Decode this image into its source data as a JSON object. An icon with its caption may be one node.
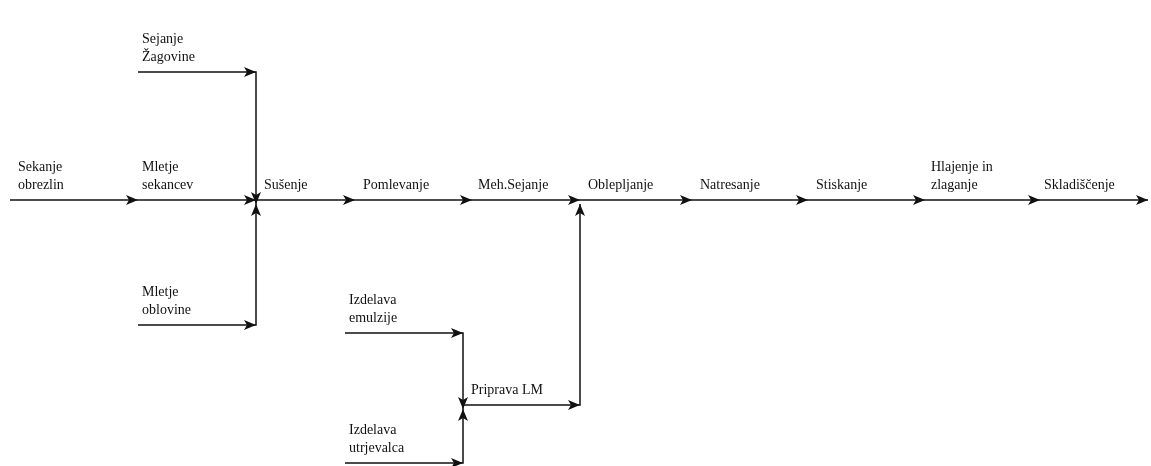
{
  "diagram": {
    "nodes": [
      {
        "text": [
          "Sejanje Žagovine"
        ]
      },
      {
        "text": [
          "Sekanje obrezlin"
        ]
      },
      {
        "text": [
          "Mletje sekancev"
        ]
      },
      {
        "text": [
          "Sušenje"
        ]
      },
      {
        "text": [
          "Pomlevanje"
        ]
      },
      {
        "text": [
          "Meh.Sejanje"
        ]
      },
      {
        "text": [
          "Oblepljanje"
        ]
      },
      {
        "text": [
          "Natresanje"
        ]
      },
      {
        "text": [
          "Stiskanje"
        ]
      },
      {
        "text": [
          "Hlajenje in zlaganje"
        ]
      },
      {
        "text": [
          "Skladiščenje"
        ]
      },
      {
        "text": [
          "Mletje oblovine"
        ]
      },
      {
        "text": [
          "Izdelava emulzije"
        ]
      },
      {
        "text": [
          "Priprava LM"
        ]
      },
      {
        "text": [
          "Izdelava utrjevalca"
        ]
      }
    ],
    "edges": [
      {
        "from": 1,
        "to": 2,
        "arrow": "to"
      },
      {
        "from": 2,
        "to": 3,
        "arrow": "to"
      },
      {
        "from": 0,
        "to": 3,
        "arrow": "to"
      },
      {
        "from": 11,
        "to": 3,
        "arrow": "to"
      },
      {
        "from": 3,
        "to": 4,
        "arrow": "to"
      },
      {
        "from": 4,
        "to": 5,
        "arrow": "to"
      },
      {
        "from": 5,
        "to": 6,
        "arrow": "to"
      },
      {
        "from": 13,
        "to": 6,
        "arrow": "to"
      },
      {
        "from": 6,
        "to": 7,
        "arrow": "to"
      },
      {
        "from": 7,
        "to": 8,
        "arrow": "to"
      },
      {
        "from": 8,
        "to": 9,
        "arrow": "to"
      },
      {
        "from": 9,
        "to": 10,
        "arrow": "to"
      },
      {
        "from": 10,
        "to": null,
        "arrow": "to"
      },
      {
        "from": 12,
        "to": 13,
        "arrow": "to"
      },
      {
        "from": 14,
        "to": 13,
        "arrow": "to"
      }
    ]
  }
}
